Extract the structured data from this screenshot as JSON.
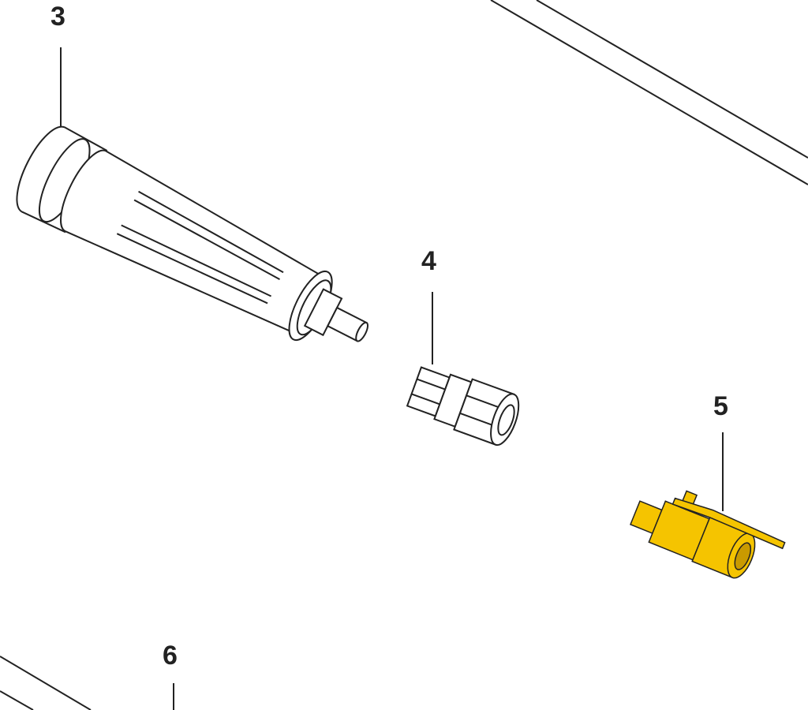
{
  "diagram": {
    "callouts": [
      {
        "label": "3",
        "part": "handle"
      },
      {
        "label": "4",
        "part": "coupling"
      },
      {
        "label": "5",
        "part": "ball-valve"
      },
      {
        "label": "6",
        "part": "offscreen-part"
      }
    ],
    "colors": {
      "valve": "#f5c400",
      "line": "#222222"
    }
  }
}
